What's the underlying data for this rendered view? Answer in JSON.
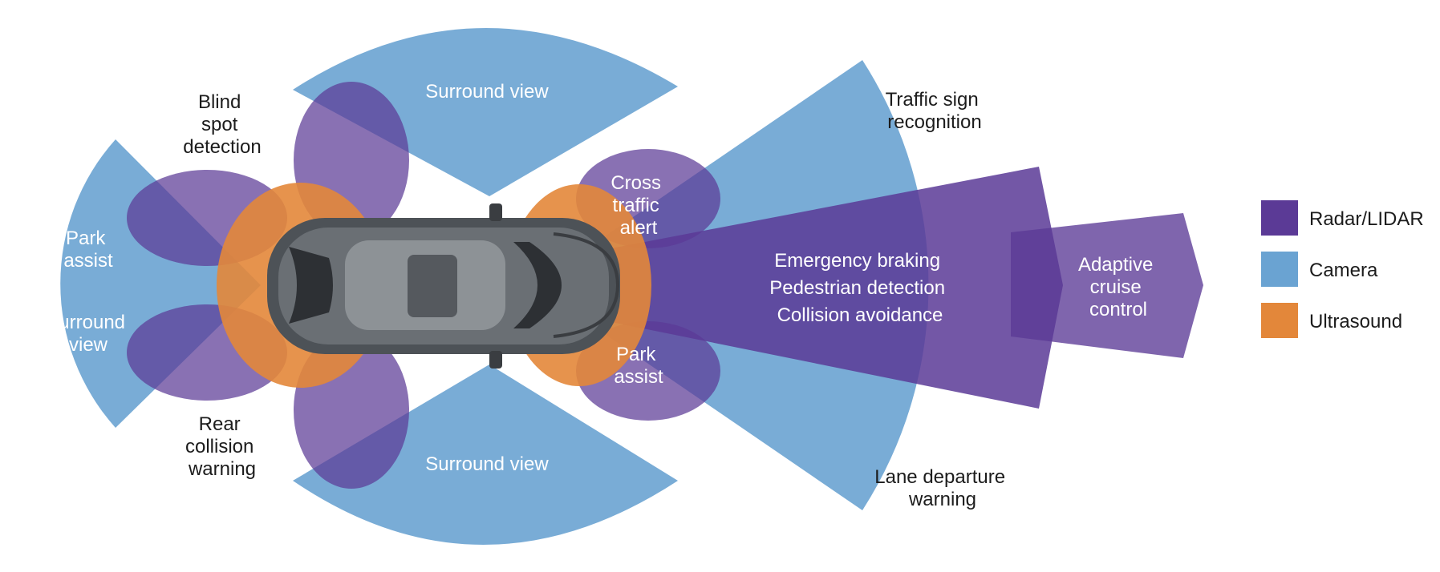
{
  "colors": {
    "radar_lidar": "#5b3a96",
    "camera": "#6aa3d2",
    "ultrasound": "#e3873a"
  },
  "labels": {
    "surround_view_top": [
      "Surround view"
    ],
    "surround_view_bottom": [
      "Surround view"
    ],
    "blind_spot": [
      "Blind",
      "spot",
      "detection"
    ],
    "park_assist_left": [
      "Park",
      "assist"
    ],
    "surround_view_left": [
      "Surround",
      "view"
    ],
    "rear_collision": [
      "Rear",
      "collision",
      "warning"
    ],
    "cross_traffic": [
      "Cross",
      "traffic",
      "alert"
    ],
    "park_assist_right": [
      "Park",
      "assist"
    ],
    "traffic_sign": [
      "Traffic sign",
      "recognition"
    ],
    "emergency": [
      "Emergency braking",
      "Pedestrian detection",
      "Collision avoidance"
    ],
    "lane_departure": [
      "Lane departure",
      "warning"
    ],
    "adaptive_cruise": [
      "Adaptive",
      "cruise",
      "control"
    ]
  },
  "legend": [
    {
      "key": "radar_lidar",
      "label": "Radar/LIDAR",
      "color": "#5b3a96"
    },
    {
      "key": "camera",
      "label": "Camera",
      "color": "#6aa3d2"
    },
    {
      "key": "ultrasound",
      "label": "Ultrasound",
      "color": "#e3873a"
    }
  ]
}
